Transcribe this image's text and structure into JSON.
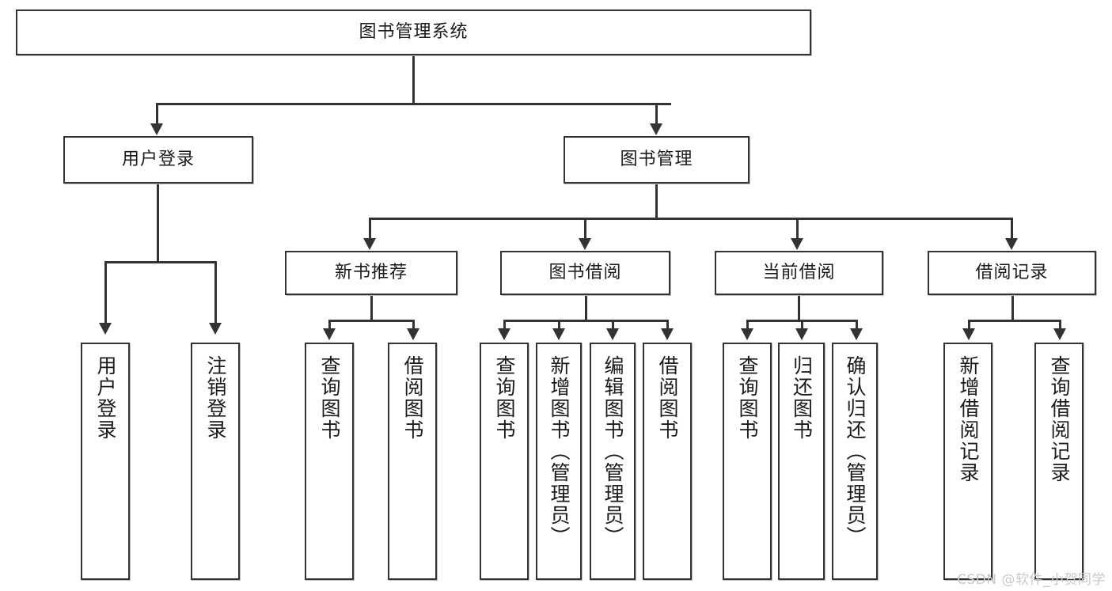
{
  "diagram": {
    "type": "tree-hierarchy",
    "title": "图书管理系统",
    "root": {
      "id": "root",
      "label": "图书管理系统"
    },
    "level2": [
      {
        "id": "user-login",
        "label": "用户登录"
      },
      {
        "id": "book-manage",
        "label": "图书管理"
      }
    ],
    "level3": [
      {
        "id": "new-book-rec",
        "label": "新书推荐",
        "parent": "book-manage"
      },
      {
        "id": "book-borrow",
        "label": "图书借阅",
        "parent": "book-manage"
      },
      {
        "id": "current-borrow",
        "label": "当前借阅",
        "parent": "book-manage"
      },
      {
        "id": "borrow-record",
        "label": "借阅记录",
        "parent": "book-manage"
      }
    ],
    "leaves": [
      {
        "id": "leaf-user-login",
        "label": "用户登录",
        "parent": "user-login"
      },
      {
        "id": "leaf-user-logout",
        "label": "注销登录",
        "parent": "user-login"
      },
      {
        "id": "leaf-query-book-1",
        "label": "查询图书",
        "parent": "new-book-rec"
      },
      {
        "id": "leaf-borrow-book-1",
        "label": "借阅图书",
        "parent": "new-book-rec"
      },
      {
        "id": "leaf-query-book-2",
        "label": "查询图书",
        "parent": "book-borrow"
      },
      {
        "id": "leaf-add-book",
        "label": "新增图书（管理员）",
        "parent": "book-borrow"
      },
      {
        "id": "leaf-edit-book",
        "label": "编辑图书（管理员）",
        "parent": "book-borrow"
      },
      {
        "id": "leaf-borrow-book-2",
        "label": "借阅图书",
        "parent": "book-borrow"
      },
      {
        "id": "leaf-query-book-3",
        "label": "查询图书",
        "parent": "current-borrow"
      },
      {
        "id": "leaf-return-book",
        "label": "归还图书",
        "parent": "current-borrow"
      },
      {
        "id": "leaf-confirm-return",
        "label": "确认归还（管理员）",
        "parent": "current-borrow"
      },
      {
        "id": "leaf-add-record",
        "label": "新增借阅记录",
        "parent": "borrow-record"
      },
      {
        "id": "leaf-query-record",
        "label": "查询借阅记录",
        "parent": "borrow-record"
      }
    ],
    "colors": {
      "box_border": "#333333",
      "box_fill": "#ffffff",
      "connector": "#333333",
      "text": "#1b1b1b",
      "watermark": "#c9c9c9"
    }
  },
  "watermark": {
    "text": "CSDN @软件_小贺同学"
  }
}
